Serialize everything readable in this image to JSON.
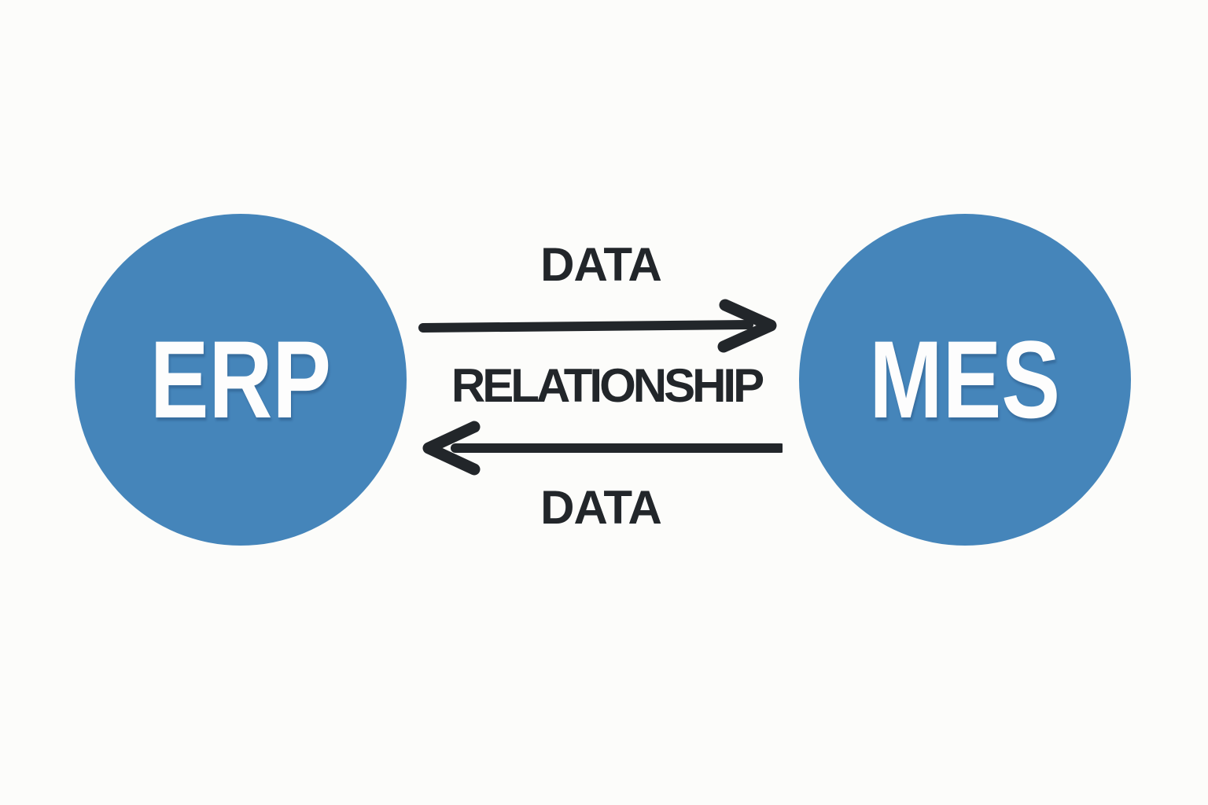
{
  "diagram": {
    "left_node": {
      "label": "ERP"
    },
    "right_node": {
      "label": "MES"
    },
    "top_flow": {
      "label": "DATA",
      "direction": "right",
      "icon": "arrow-right-icon"
    },
    "center_label": "RELATIONSHIP",
    "bottom_flow": {
      "label": "DATA",
      "direction": "left",
      "icon": "arrow-left-icon"
    }
  },
  "colors": {
    "node_fill": "#4585ba",
    "node_text": "#fdfdfd",
    "ink": "#22262a",
    "background": "#fcfcfa"
  }
}
